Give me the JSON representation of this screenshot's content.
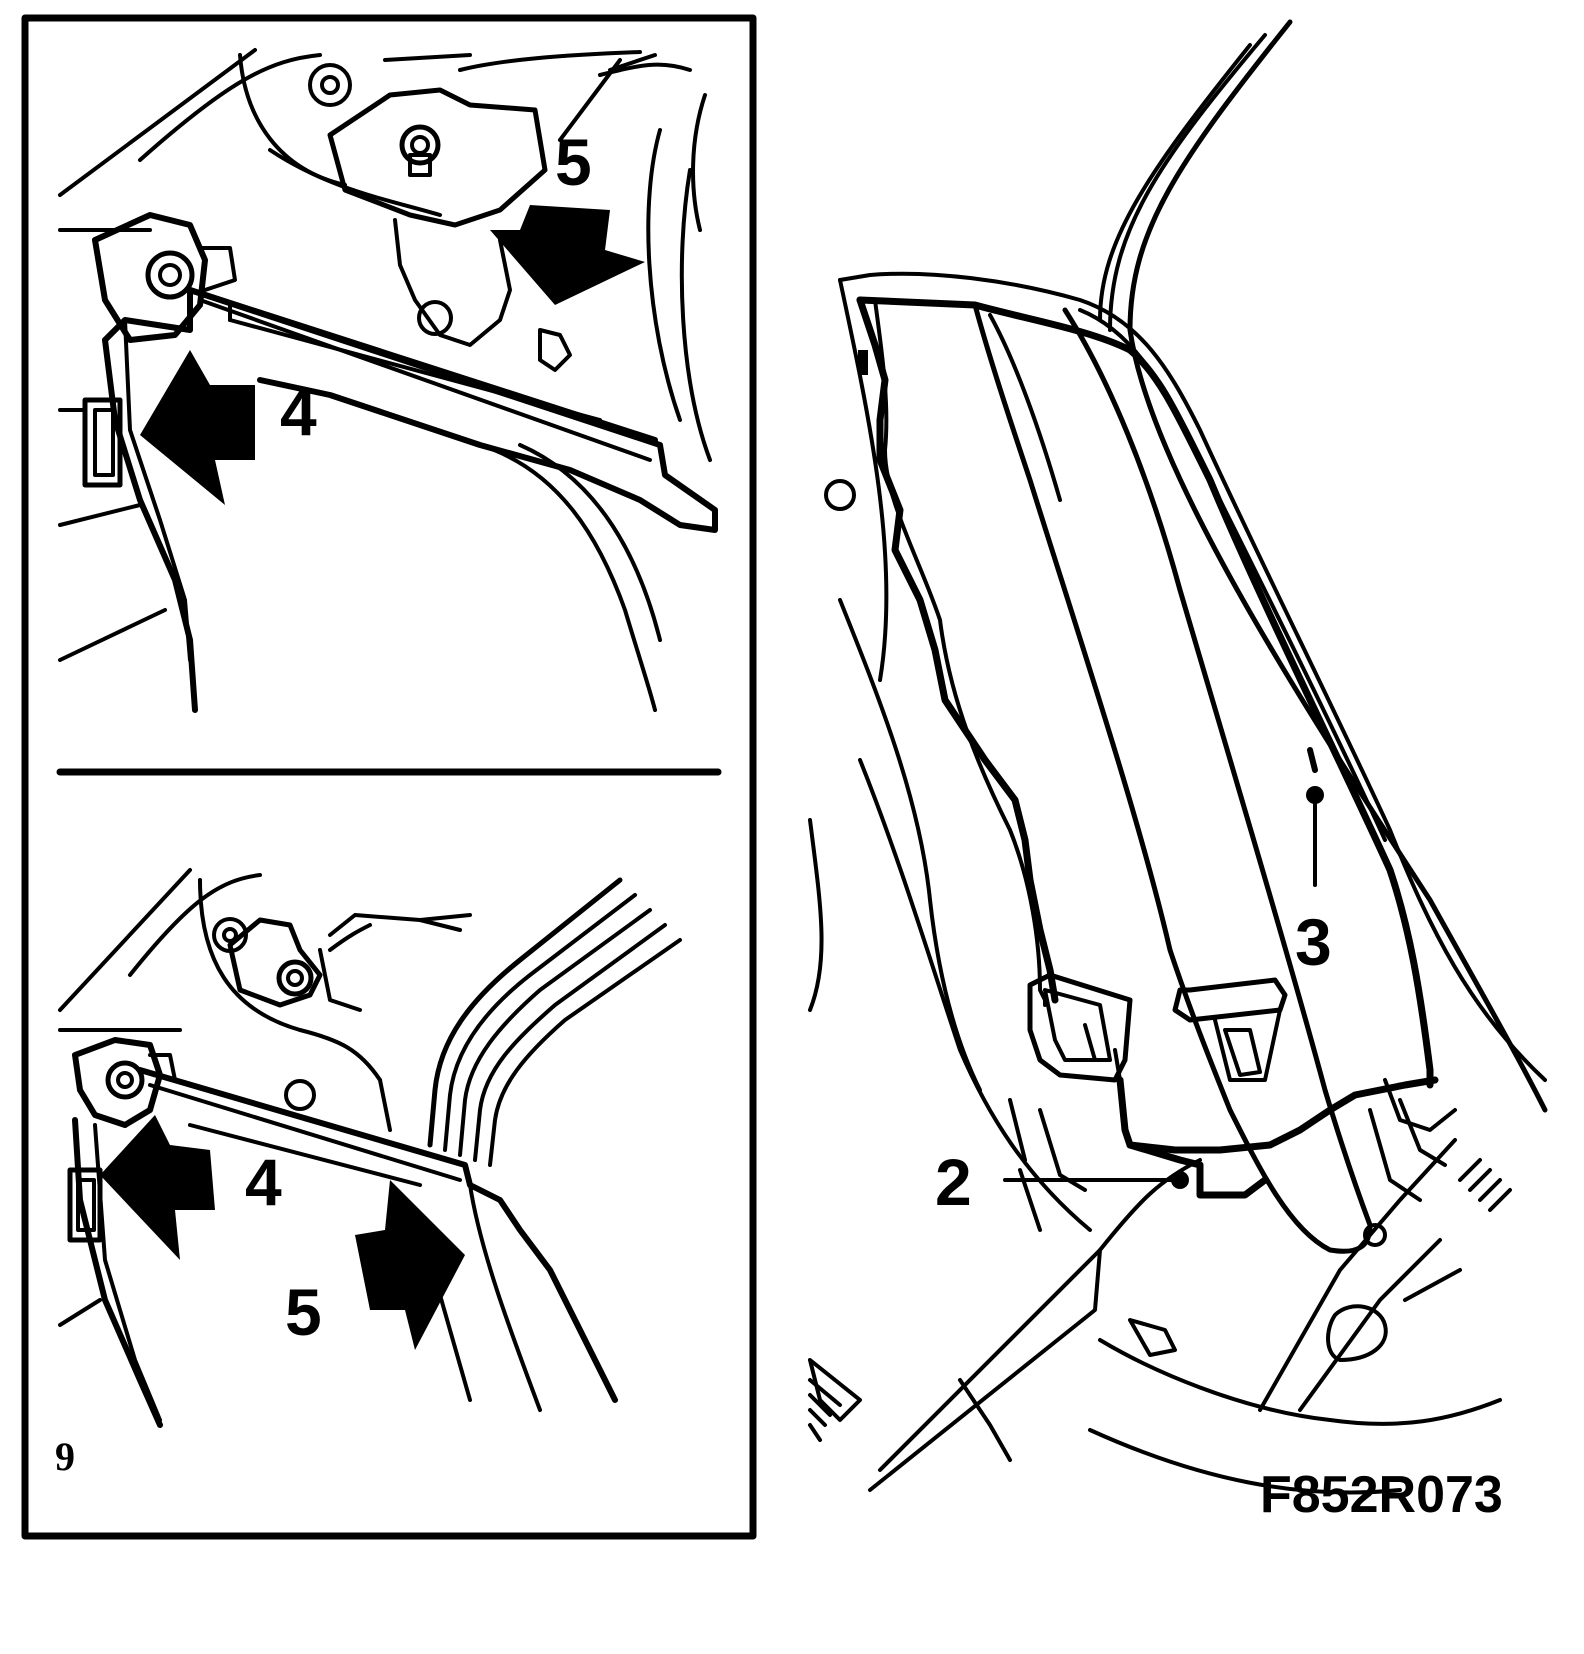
{
  "figure_id": "F852R073",
  "inset_top": {
    "callouts": {
      "four": "4",
      "five": "5"
    }
  },
  "inset_bottom": {
    "callouts": {
      "four": "4",
      "five": "5"
    },
    "corner_mark": "9"
  },
  "main_view": {
    "callouts": {
      "two": "2",
      "three": "3"
    }
  },
  "colors": {
    "ink": "#000000",
    "paper": "#ffffff"
  }
}
